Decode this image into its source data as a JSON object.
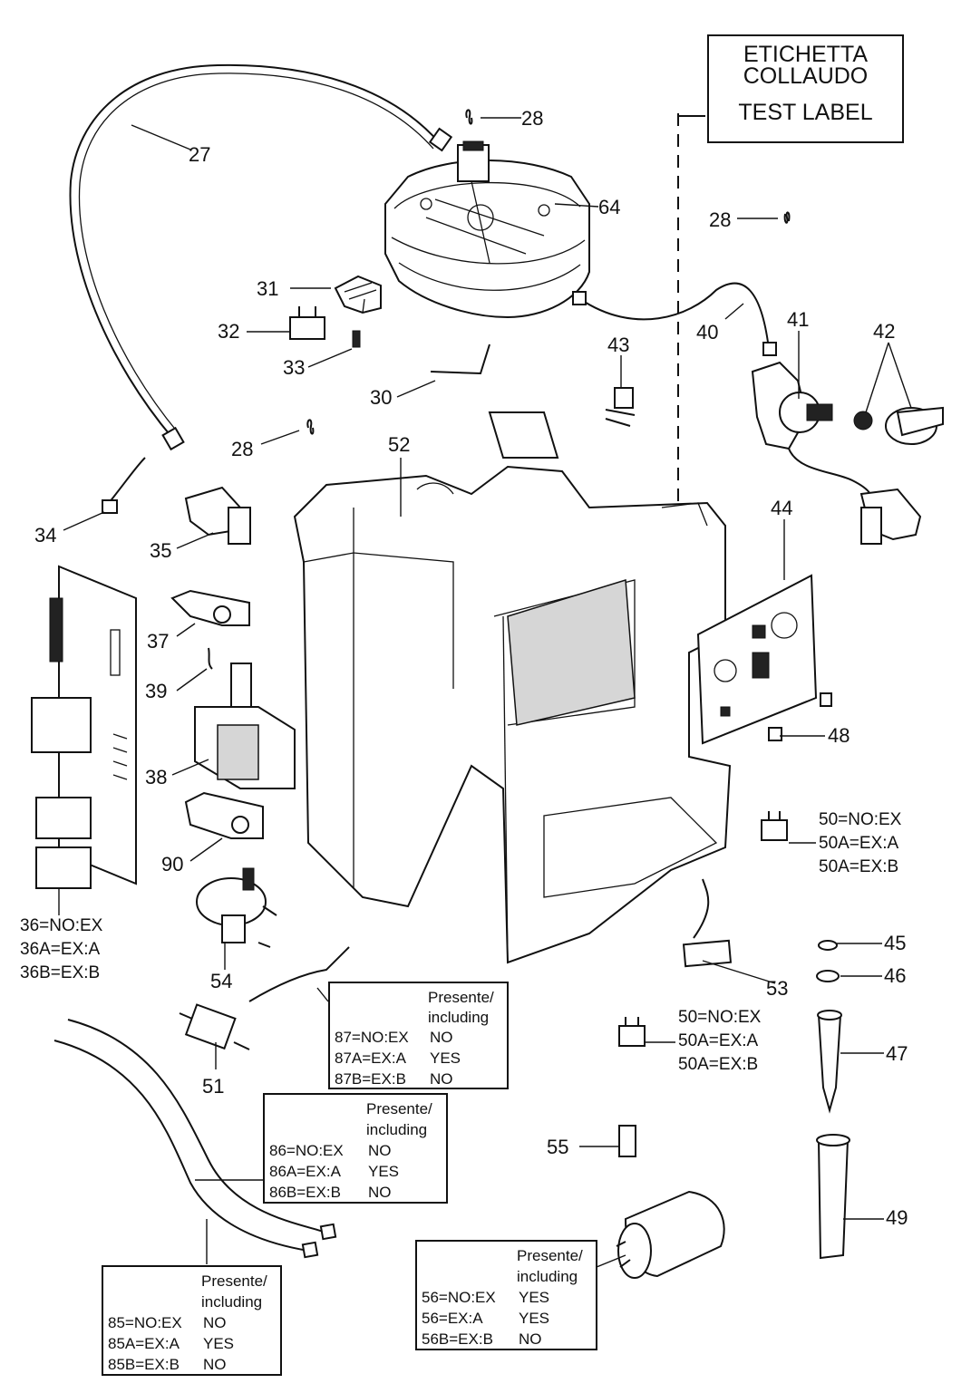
{
  "test_label": {
    "line1": "ETICHETTA",
    "line2": "COLLAUDO",
    "line3": "TEST LABEL"
  },
  "callouts": {
    "c27": "27",
    "c28a": "28",
    "c28b": "28",
    "c28c": "28",
    "c64": "64",
    "c31": "31",
    "c32": "32",
    "c33": "33",
    "c30": "30",
    "c40": "40",
    "c41": "41",
    "c42": "42",
    "c43": "43",
    "c52": "52",
    "c34": "34",
    "c35": "35",
    "c44": "44",
    "c37": "37",
    "c39": "39",
    "c38": "38",
    "c48": "48",
    "c90": "90",
    "c54": "54",
    "c45": "45",
    "c46": "46",
    "c53": "53",
    "c47": "47",
    "c51": "51",
    "c55": "55",
    "c49": "49"
  },
  "variants": {
    "p36": [
      "36=NO:EX",
      "36A=EX:A",
      "36B=EX:B"
    ],
    "p50_top": [
      "50=NO:EX",
      "50A=EX:A",
      "50A=EX:B"
    ],
    "p50_mid": [
      "50=NO:EX",
      "50A=EX:A",
      "50A=EX:B"
    ]
  },
  "tables": {
    "t87": {
      "header": [
        "Presente/",
        "including"
      ],
      "rows": [
        [
          "87=NO:EX",
          "NO"
        ],
        [
          "87A=EX:A",
          "YES"
        ],
        [
          "87B=EX:B",
          "NO"
        ]
      ]
    },
    "t86": {
      "header": [
        "Presente/",
        "including"
      ],
      "rows": [
        [
          "86=NO:EX",
          "NO"
        ],
        [
          "86A=EX:A",
          "YES"
        ],
        [
          "86B=EX:B",
          "NO"
        ]
      ]
    },
    "t85": {
      "header": [
        "Presente/",
        "including"
      ],
      "rows": [
        [
          "85=NO:EX",
          "NO"
        ],
        [
          "85A=EX:A",
          "YES"
        ],
        [
          "85B=EX:B",
          "NO"
        ]
      ]
    },
    "t56": {
      "header": [
        "Presente/",
        "including"
      ],
      "rows": [
        [
          "56=NO:EX",
          "YES"
        ],
        [
          "56=EX:A",
          "YES"
        ],
        [
          "56B=EX:B",
          "NO"
        ]
      ]
    }
  }
}
